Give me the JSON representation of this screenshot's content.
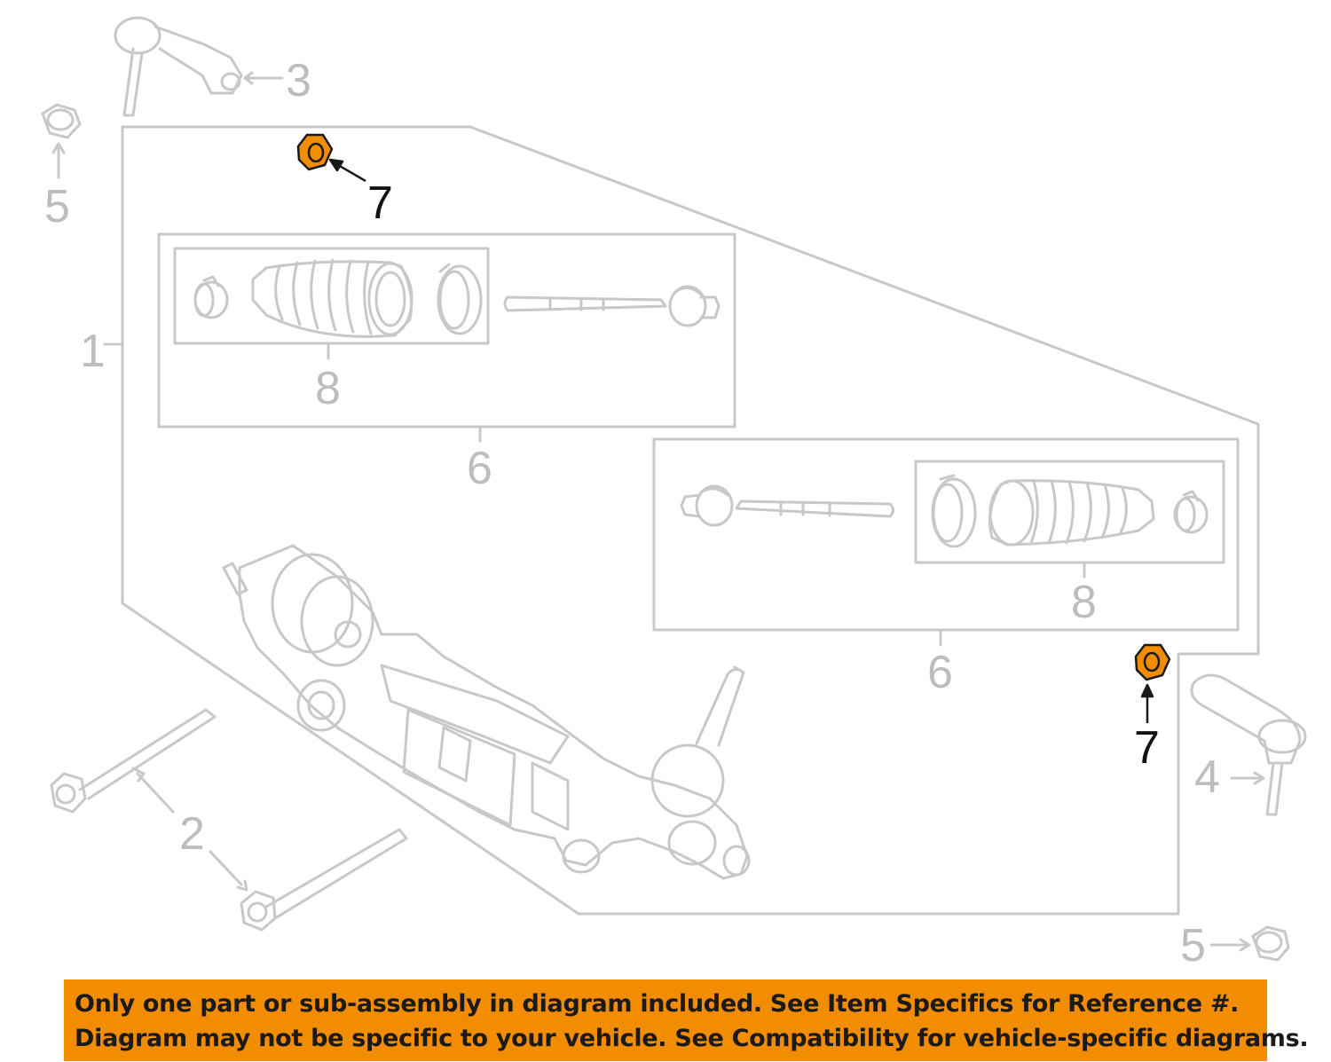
{
  "colors": {
    "line": "#c8c8c8",
    "highlight_part": "#f28c00",
    "callout_gray": "#bdbdbd",
    "callout_dark": "#111111",
    "banner_bg": "#f28c00"
  },
  "callouts": {
    "c1": "1",
    "c2": "2",
    "c3": "3",
    "c4": "4",
    "c5_top": "5",
    "c5_bottom": "5",
    "c6_left": "6",
    "c6_right": "6",
    "c7_top": "7",
    "c7_right": "7",
    "c8_left": "8",
    "c8_right": "8"
  },
  "highlighted_part": "7",
  "notice": {
    "line1": "Only one part or sub-assembly in diagram included. See Item Specifics for Reference #.",
    "line2": "Diagram may not be specific to your vehicle. See Compatibility for vehicle-specific diagrams."
  }
}
